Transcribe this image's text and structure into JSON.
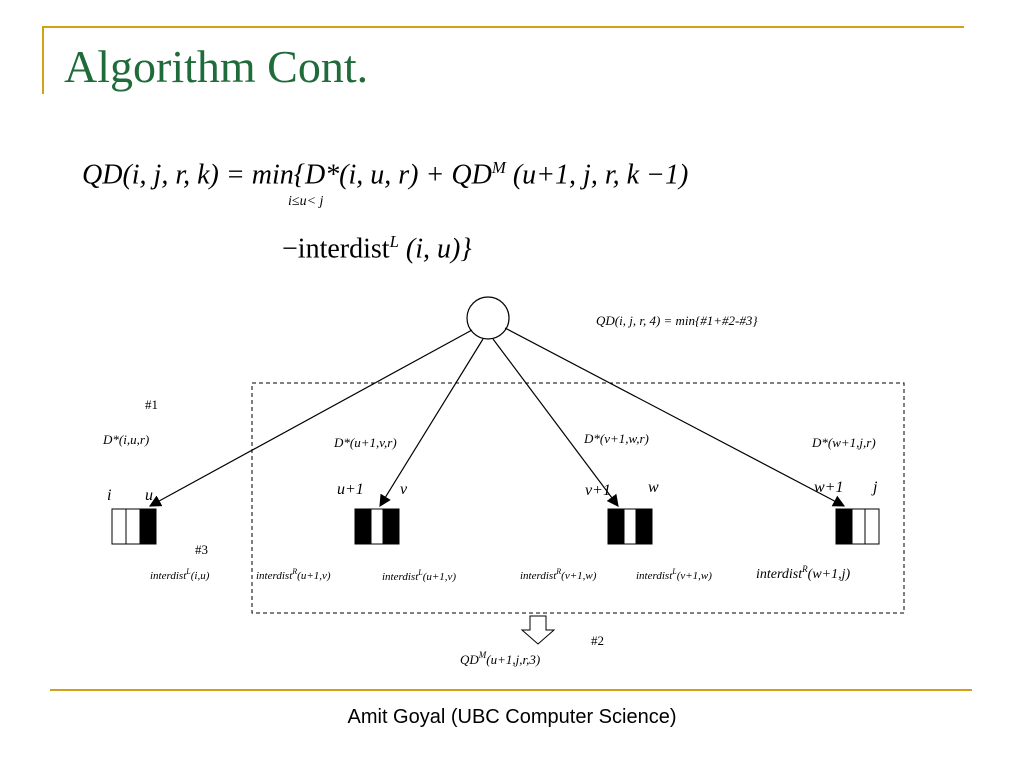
{
  "slide": {
    "title": "Algorithm Cont.",
    "footer": "Amit Goyal (UBC Computer Science)"
  },
  "formula": {
    "line1": "QD(i, j, r, k) = min{D*(i, u, r) + QD",
    "line1_sup": "M",
    "line1_tail": " (u+1, j, r, k −1)",
    "min_subscript": "i≤u< j",
    "line2_prefix": "−interdist",
    "line2_sup": "L",
    "line2_tail": " (i, u)}"
  },
  "diagram": {
    "root_formula": "QD(i, j, r, 4) = min{#1+#2-#3}",
    "marker_1": "#1",
    "marker_2": "#2",
    "marker_3": "#3",
    "edge_labels": [
      "D*(i,u,r)",
      "D*(u+1,v,r)",
      "D*(v+1,w,r)",
      "D*(w+1,j,r)"
    ],
    "group_labels": [
      {
        "left": "i",
        "right": "u"
      },
      {
        "left": "u+1",
        "right": "v"
      },
      {
        "left": "v+1",
        "right": "w"
      },
      {
        "left": "w+1",
        "right": "j"
      }
    ],
    "interdist_labels": [
      {
        "base": "interdist",
        "sup": "L",
        "args": "(i,u)"
      },
      {
        "base": "interdist",
        "sup": "R",
        "args": "(u+1,v)"
      },
      {
        "base": "interdist",
        "sup": "L",
        "args": "(u+1,v)"
      },
      {
        "base": "interdist",
        "sup": "R",
        "args": "(v+1,w)"
      },
      {
        "base": "interdist",
        "sup": "L",
        "args": "(v+1,w)"
      },
      {
        "base": "interdist",
        "sup": "R",
        "args": "(w+1,j)"
      }
    ],
    "bottom_label_base": "QD",
    "bottom_label_sup": "M",
    "bottom_label_args": "(u+1,j,r,3)"
  }
}
